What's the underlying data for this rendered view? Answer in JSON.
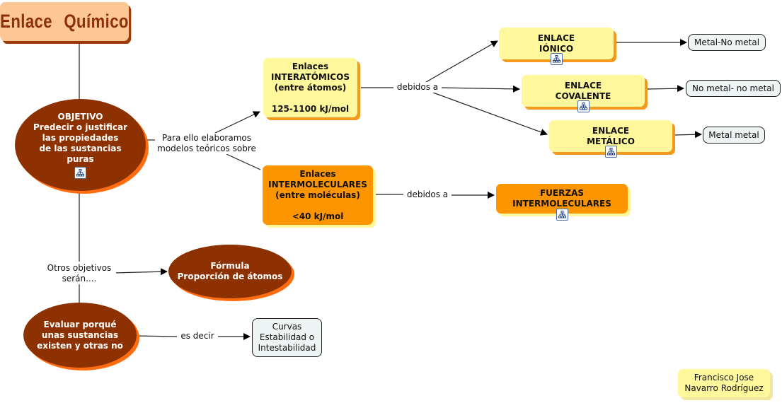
{
  "title": "Enlace  Químico",
  "nodes": {
    "objetivo": "OBJETIVO\nPredecir o justificar\nlas propiedades\nde las sustancias\npuras",
    "interatomicos": "Enlaces\nINTERATÓMICOS\n(entre átomos)\n\n125-1100 kJ/mol",
    "intermoleculares": "Enlaces\nINTERMOLECULARES\n(entre moléculas)\n\n<40 kJ/mol",
    "ionico": "ENLACE\nIÓNICO",
    "covalente": "ENLACE\nCOVALENTE",
    "metalico": "ENLACE\nMETÁLICO",
    "fuerzas": "FUERZAS\nINTERMOLECULARES",
    "metal_no_metal": "Metal-No metal",
    "no_metal_no_metal": "No metal- no metal",
    "metal_metal": "Metal metal",
    "formula": "Fórmula\nProporción de átomos",
    "evaluar": "Evaluar porqué\nunas sustancias\nexisten y otras no",
    "curvas": "Curvas\nEstabilidad o\nIntestabilidad",
    "author": "Francisco Jose\nNavarro Rodríguez"
  },
  "linking_phrases": {
    "para_ello": "Para ello elaboramos\nmodelos teóricos sobre",
    "debidos_a_1": "debidos a",
    "debidos_a_2": "debidos a",
    "otros_objetivos": "Otros objetivos\nserán....",
    "es_decir": "es decir"
  },
  "icons": {
    "submap": "submap-icon"
  },
  "colors": {
    "title_bg": "#fdc795",
    "title_text": "#8b2f0a",
    "ellipse": "#8e3100",
    "ellipse_shadow": "#ff6d10",
    "yellow_node": "#fff79c",
    "orange_node": "#fd9500",
    "leaf_node": "#eef3f4"
  }
}
